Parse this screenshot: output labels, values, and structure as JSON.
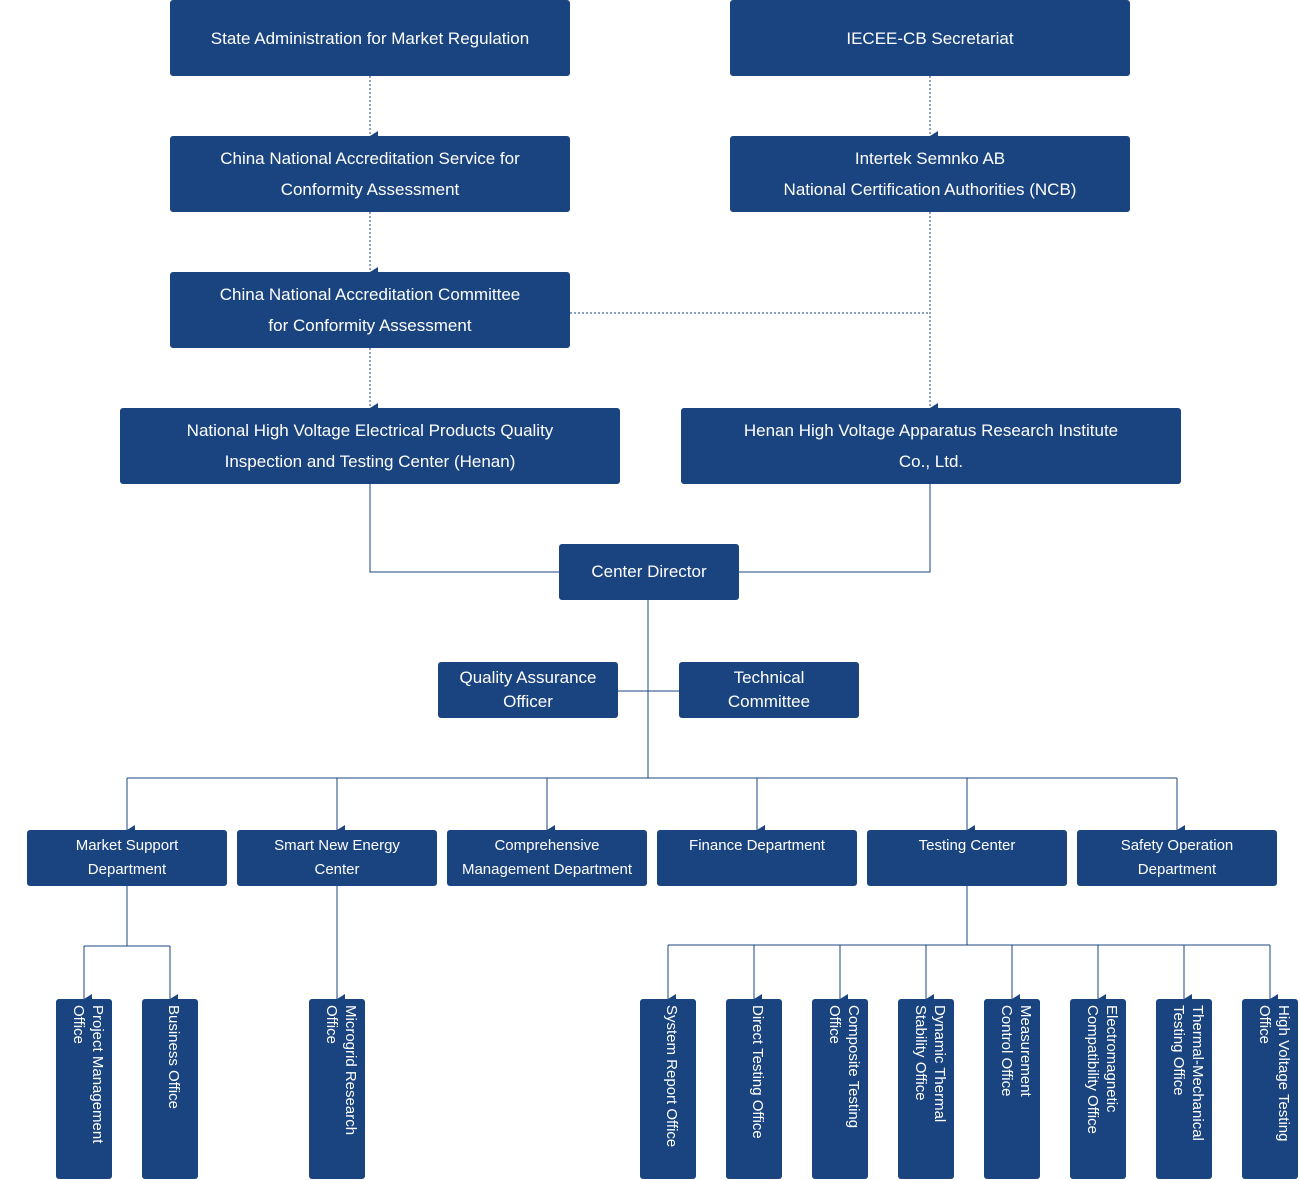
{
  "colors": {
    "box": "#1a4480",
    "line": "#1a4480",
    "text": "#ffffff"
  },
  "top_left": {
    "level1": "State Administration for Market Regulation",
    "level2": "China National Accreditation Service for\nConformity Assessment",
    "level3": "China National Accreditation Committee\nfor Conformity Assessment",
    "level4": "National High Voltage Electrical Products Quality\nInspection and Testing Center (Henan)"
  },
  "top_right": {
    "level1": "IECEE-CB Secretariat",
    "level2": "Intertek Semnko AB\nNational Certification Authorities (NCB)",
    "level4": "Henan High Voltage Apparatus Research Institute\nCo., Ltd."
  },
  "director": "Center Director",
  "advisors": {
    "quality": "Quality Assurance\nOfficer",
    "technical": "Technical\nCommittee"
  },
  "departments": [
    "Market Support\nDepartment",
    "Smart New Energy\nCenter",
    "Comprehensive\nManagement Department",
    "Finance Department",
    "Testing Center",
    "Safety Operation\nDepartment"
  ],
  "market_offices": [
    "Project Management\nOffice",
    "Business Office"
  ],
  "energy_offices": [
    "Microgrid Research\nOffice"
  ],
  "testing_offices": [
    "System Report Office",
    "Direct Testing Office",
    "Composite Testing\nOffice",
    "Dynamic Thermal\nStability Office",
    "Measurement\nControl Office",
    "Electromagnetic\nCompatibility Office",
    "Thermal-Mechanical\nTesting Office",
    "High Voltage Testing\nOffice"
  ]
}
